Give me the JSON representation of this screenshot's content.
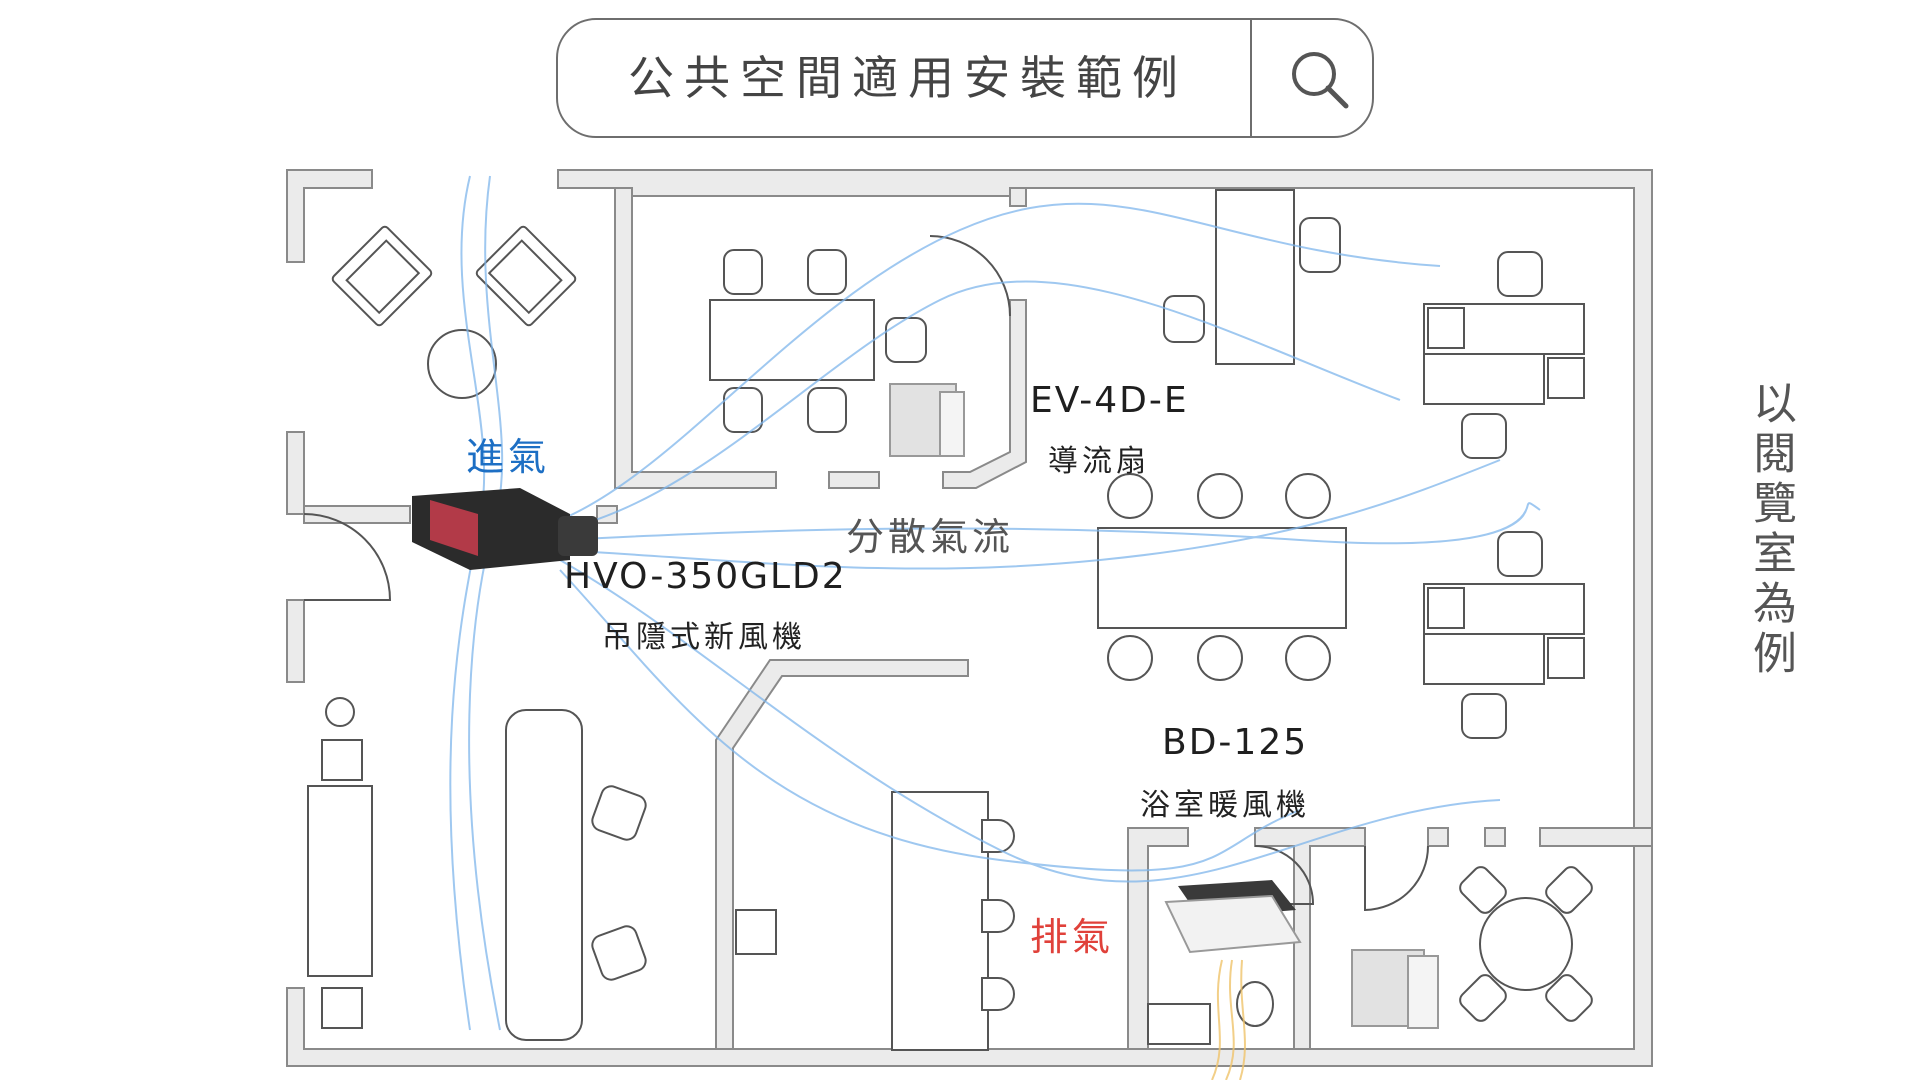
{
  "search": {
    "title": "公共空間適用安裝範例"
  },
  "devices": {
    "hvo": {
      "model": "HVO-350GLD2",
      "desc": "吊隱式新風機"
    },
    "ev": {
      "model": "EV-4D-E",
      "desc": "導流扇"
    },
    "bd": {
      "model": "BD-125",
      "desc": "浴室暖風機"
    }
  },
  "airflow": {
    "intake": "進氣",
    "exhaust": "排氣",
    "spread": "分散氣流"
  },
  "side_note": "以閱覽室為例",
  "colors": {
    "wall": "#e8e8e8",
    "wall_edge": "#8a8a8a",
    "intake": "#1d6fc4",
    "exhaust": "#e0413a",
    "flow": "#7fb6ec"
  }
}
